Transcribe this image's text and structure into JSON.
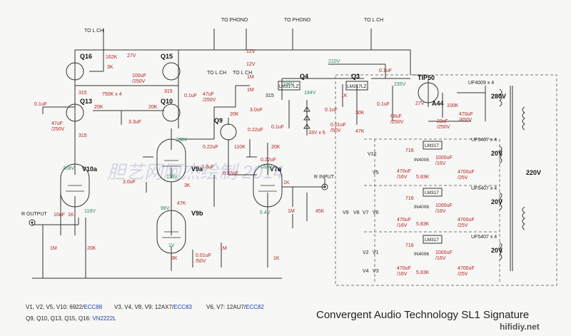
{
  "title": "Convergent Audio Technology SL1 Signature",
  "watermark": "胆艺网阿杰绘制 2014",
  "site": "hifidiy.net",
  "legend": {
    "line1_a": "V1, V2, V5, V10: 6922/",
    "line1_b": "ECC88",
    "line1_c": "V3, V4, V8, V9: 12AX7/",
    "line1_d": "ECC83",
    "line1_e": "V6, V7: 12AU7/",
    "line1_f": "ECC82",
    "line2_a": "Q9, Q10, Q13, Q15, Q16: ",
    "line2_b": "VN2222L"
  },
  "tubes": {
    "v10a": "V10a",
    "v9a": "V9a",
    "v9b": "V9b",
    "v7a": "V7a"
  },
  "transistors": {
    "q16": "Q16",
    "q15": "Q15",
    "q13": "Q13",
    "q10": "Q10",
    "q9": "Q9",
    "q4": "Q4",
    "q3": "Q3",
    "tip50": "TIP50",
    "a44": "A44"
  },
  "regs": {
    "q4": "LM317LZ",
    "q3": "LM317LZ",
    "r1": "LM317",
    "r2": "LM317",
    "r3": "LM317"
  },
  "labels": {
    "to_lch_1": "TO L CH",
    "to_lch_2": "TO L CH",
    "to_lch_3": "TO L CH",
    "to_lch_4": "TO L CH",
    "to_phono_1": "TO PHONO",
    "to_phono_2": "TO PHONO",
    "r_output": "R  OUTPUT",
    "r_input": "R  INPUT",
    "uf4009": "UF4009 x 4",
    "uf5407a": "UF5407 x 4",
    "uf5407b": "UF5407 x 4",
    "uf5407c": "UF5407 x 4",
    "in4006a": "IN4006",
    "in4006b": "IN4006",
    "in4006c": "IN4006",
    "x6": "33V x 6",
    "v220": "220V"
  },
  "values_red": {
    "r162k": "162K",
    "c27v": "27V",
    "c100u": "100uF",
    "c250a": "/250V",
    "r3k_a": "3K",
    "r750k": "750K x 4",
    "r315a": "315",
    "r315b": "315",
    "r315c": "315",
    "c01a": "0.1uF",
    "c47a": "47uF",
    "c250b": "/250V",
    "r20k_a": "20K",
    "c33u": "3.3uF",
    "r20k_b": "20K",
    "c01b": "0.1uF",
    "c47b": "47uF",
    "c250c": "/250V",
    "r1m_a": "1M",
    "r1m_b": "1M",
    "r12v_a": "12V",
    "r12v_b": "12V",
    "r20k_c": "20K",
    "c30u": "3.0uF",
    "c022a": "0.22uF",
    "r110k": "110K",
    "r20k_d": "20K",
    "c022b": "0.22uF",
    "r1k_a": "1K",
    "c01c": "0.1uF",
    "c01d": "0.1uF",
    "c68u": "68uF",
    "c250d": "/250V",
    "r30k": "30K",
    "r47k_a": "47K",
    "c001": "0.01uF",
    "c50v": "/50V",
    "r1k_b": "1K",
    "c01e": "0.1uF",
    "r100k": "100K",
    "c22u": "22uF",
    "c250e": "/250V",
    "c470a": "470uF",
    "c450": "/450V",
    "v27": "27V",
    "c30u_b": "3.0uF",
    "r3k_b": "3K",
    "r47k_b": "47K",
    "c022c": "0.22uF",
    "r1m_c": "1M",
    "r45k": "45K",
    "r1k_c": "1K",
    "r3k_c": "3K",
    "c001b": "0.01uF",
    "c50vb": "/50V",
    "r1m_d": "1M",
    "r1k_d": "1K",
    "c10u": "10uF",
    "r1k_e": "1K",
    "r1m_e": "1M",
    "r20k_e": "20K",
    "r716a": "716",
    "r716b": "716",
    "r716c": "716",
    "r583a": "5.83K",
    "r583b": "5.83K",
    "r583c": "5.83K",
    "c1000a": "1000uF",
    "c16a": "/16V",
    "c1000b": "1000uF",
    "c16b": "/16V",
    "c1000c": "1000uF",
    "c16c": "/16V",
    "c470b": "470uF",
    "c16d": "/16V",
    "c470c": "470uF",
    "c16e": "/16V",
    "c470d": "470uF",
    "c16f": "/16V",
    "c4700a": "4700uF",
    "c25a": "/25V",
    "c4700b": "4700uF",
    "c25b": "/25V",
    "c4700c": "4700uF",
    "c25c": "/25V",
    "c01f": "0.1uF",
    "c33u_b": "3.3uF",
    "c022d": "0.22uF"
  },
  "values_green": {
    "v210": "210V",
    "v196": "196V",
    "v194": "194V",
    "v235": "235V",
    "v208a": "208V",
    "v208b": "208V",
    "v118a": "118V",
    "v118b": "118V",
    "v98": "98V",
    "v183": "183V",
    "v54": "5.4V",
    "v1": "1V"
  },
  "values_black": {
    "r315d": "315",
    "v280": "280V",
    "v20a": "20V",
    "v20b": "20V",
    "v20c": "20V",
    "v10": "V10",
    "v5": "V5",
    "v9": "V9",
    "v8": "V8",
    "v7": "V7",
    "v6": "V6",
    "v2": "V2",
    "v1n": "V1",
    "v4": "V4",
    "v3": "V3"
  }
}
